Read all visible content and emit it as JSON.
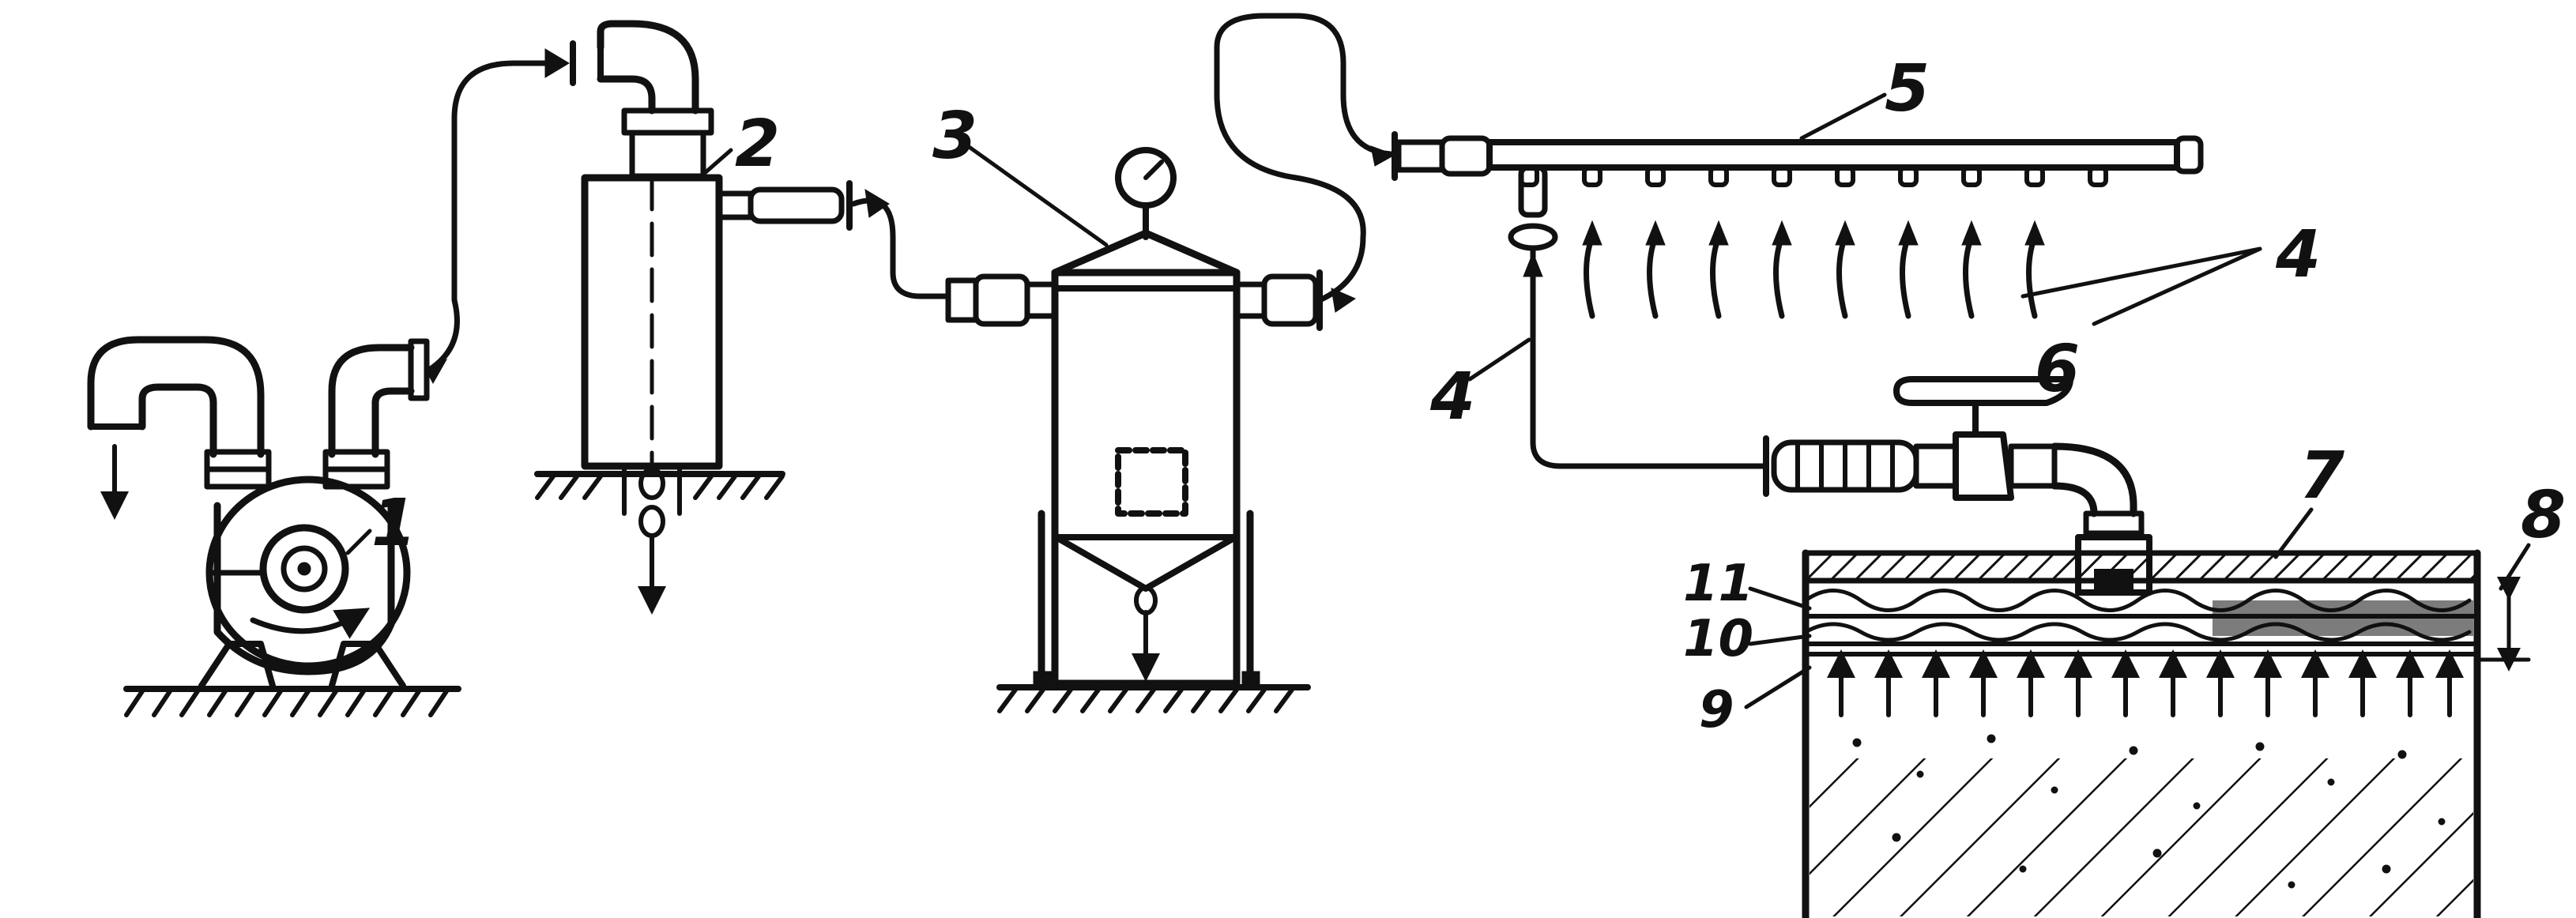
{
  "labels": {
    "pump": "1",
    "separator": "2",
    "filter": "3",
    "hose_right": "4",
    "hose_left": "4",
    "manifold": "5",
    "valve": "6",
    "mat": "7",
    "depth": "8",
    "layer_bottom": "9",
    "layer_middle": "10",
    "layer_top": "11"
  },
  "colors": {
    "ink": "#111111",
    "paper": "#ffffff"
  },
  "icons": [
    "vacuum-pump",
    "water-separator",
    "filter-tank",
    "pressure-gauge",
    "suction-manifold",
    "shutoff-valve",
    "vacuum-mat",
    "concrete-slab",
    "arrow"
  ]
}
